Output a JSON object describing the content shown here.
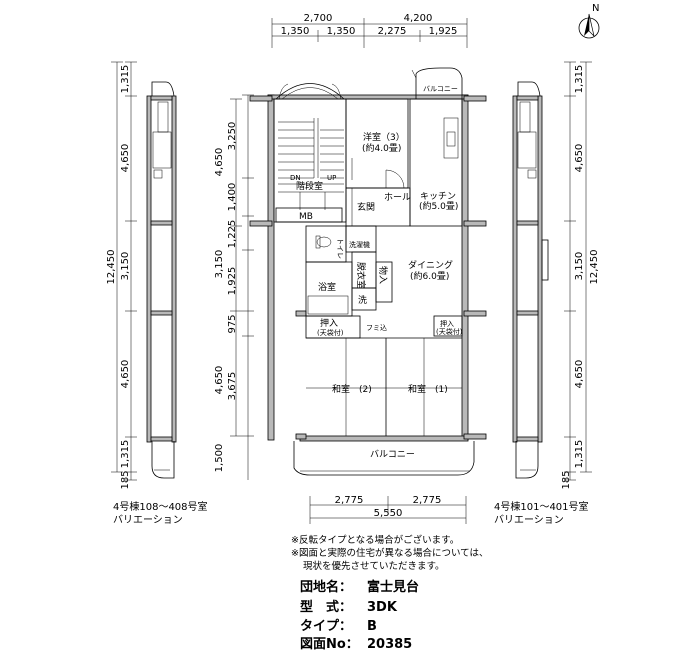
{
  "compass": {
    "label": "N"
  },
  "top_dims": {
    "overall": [
      "2,700",
      "4,200"
    ],
    "sub": [
      "1,350",
      "1,350",
      "2,275",
      "1,925"
    ]
  },
  "bottom_dims": {
    "sub": [
      "2,775",
      "2,775"
    ],
    "total": "5,550"
  },
  "left_dims": {
    "total": "12,450",
    "outer": [
      "1,315",
      "4,650",
      "3,150",
      "4,650",
      "1,315",
      "185"
    ],
    "inner": [
      "3,250",
      "4,650",
      "1,400",
      "1,225",
      "3,150",
      "1,925",
      "975",
      "4,650",
      "3,675",
      "1,500"
    ]
  },
  "right_dims": {
    "total": "12,450",
    "outer": [
      "1,315",
      "4,650",
      "3,150",
      "4,650",
      "1,315",
      "185"
    ]
  },
  "rooms": {
    "western_line1": "洋室（3）",
    "western_line2": "(約4.0畳)",
    "stair": "階段室",
    "dn": "DN",
    "up": "UP",
    "mb": "MB",
    "hall": "ホール",
    "entrance": "玄関",
    "kitchen_line1": "キッチン",
    "kitchen_line2": "(約5.0畳)",
    "balcony_top": "バルコニー",
    "toilet": "トイレ",
    "washer": "洗濯機",
    "dressing": "脱衣室",
    "storage": "物入",
    "dining_line1": "ダイニング",
    "dining_line2": "(約6.0畳)",
    "bath": "浴室",
    "wash": "洗",
    "oshiire_left_line1": "押入",
    "oshiire_left_line2": "(天袋付)",
    "fumikomi": "フミ込",
    "oshiire_right_line1": "押入",
    "oshiire_right_line2": "(天袋付)",
    "washitsu2": "和室　(2)",
    "washitsu1": "和室　(1)",
    "balcony_bottom": "バルコニー"
  },
  "captions": {
    "left_line1": "4号棟108～408号室",
    "left_line2": "バリエーション",
    "right_line1": "4号棟101～401号室",
    "right_line2": "バリエーション"
  },
  "notes": [
    "※反転タイプとなる場合がございます。",
    "※図面と実際の住宅が異なる場合については、",
    "現状を優先させていただきます。"
  ],
  "info": {
    "rows": [
      {
        "label": "団地名：",
        "value": "富士見台"
      },
      {
        "label": "型　式：",
        "value": "3DK"
      },
      {
        "label": "タイプ：",
        "value": "B"
      },
      {
        "label": "図面No：",
        "value": "20385"
      }
    ]
  }
}
